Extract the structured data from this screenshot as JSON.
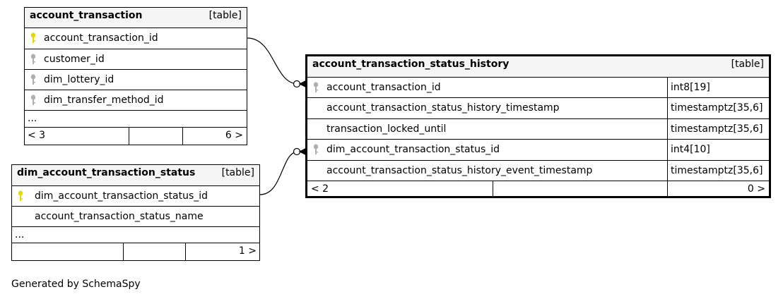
{
  "tables": {
    "account_transaction": {
      "name": "account_transaction",
      "kind": "[table]",
      "columns": [
        {
          "name": "account_transaction_id",
          "key": "primary"
        },
        {
          "name": "customer_id",
          "key": "foreign"
        },
        {
          "name": "dim_lottery_id",
          "key": "foreign"
        },
        {
          "name": "dim_transfer_method_id",
          "key": "foreign"
        }
      ],
      "more": "...",
      "nav_left": "< 3",
      "nav_right": "6 >"
    },
    "dim_account_transaction_status": {
      "name": "dim_account_transaction_status",
      "kind": "[table]",
      "columns": [
        {
          "name": "dim_account_transaction_status_id",
          "key": "primary"
        },
        {
          "name": "account_transaction_status_name",
          "key": "none"
        }
      ],
      "more": "...",
      "nav_right": "1 >"
    },
    "account_transaction_status_history": {
      "name": "account_transaction_status_history",
      "kind": "[table]",
      "columns": [
        {
          "name": "account_transaction_id",
          "type": "int8[19]",
          "key": "foreign"
        },
        {
          "name": "account_transaction_status_history_timestamp",
          "type": "timestamptz[35,6]",
          "key": "none"
        },
        {
          "name": "transaction_locked_until",
          "type": "timestamptz[35,6]",
          "key": "none"
        },
        {
          "name": "dim_account_transaction_status_id",
          "type": "int4[10]",
          "key": "foreign"
        },
        {
          "name": "account_transaction_status_history_event_timestamp",
          "type": "timestamptz[35,6]",
          "key": "none"
        }
      ],
      "nav_left": "< 2",
      "nav_right": "0 >"
    }
  },
  "footer": "Generated by SchemaSpy",
  "colors": {
    "primary_key": "#e6d800",
    "foreign_key": "#b0b0b0",
    "header_bg": "#f5f5f5"
  }
}
